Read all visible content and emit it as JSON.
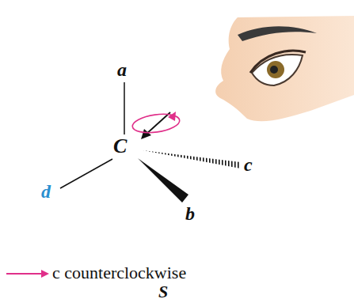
{
  "diagram": {
    "labels": [
      "a",
      "C",
      "c",
      "d",
      "b",
      "c counterclockwise",
      "S"
    ]
  }
}
